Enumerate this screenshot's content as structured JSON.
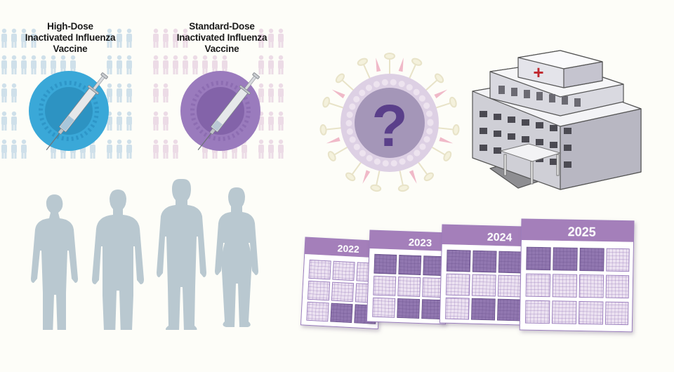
{
  "vaccines": {
    "high_dose": {
      "title_lines": [
        "High-Dose",
        "Inactivated Influenza",
        "Vaccine"
      ],
      "color": "#3aa8d8",
      "icon": "syringe-icon"
    },
    "standard_dose": {
      "title_lines": [
        "Standard-Dose",
        "Inactivated Influenza",
        "Vaccine"
      ],
      "color": "#9a7bbd",
      "icon": "syringe-icon"
    }
  },
  "virus": {
    "icon": "influenza-virus-icon",
    "symbol": "?",
    "symbol_color": "#5a3f8a"
  },
  "hospital": {
    "icon": "hospital-building-icon",
    "symbol": "+",
    "symbol_color": "#c0282e"
  },
  "people": {
    "icon": "person-silhouette-icon",
    "count": 4,
    "color": "#b9c8d0"
  },
  "calendars": {
    "icon": "calendar-icon",
    "color": "#a47fba",
    "years": [
      "2022",
      "2023",
      "2024",
      "2025"
    ]
  }
}
